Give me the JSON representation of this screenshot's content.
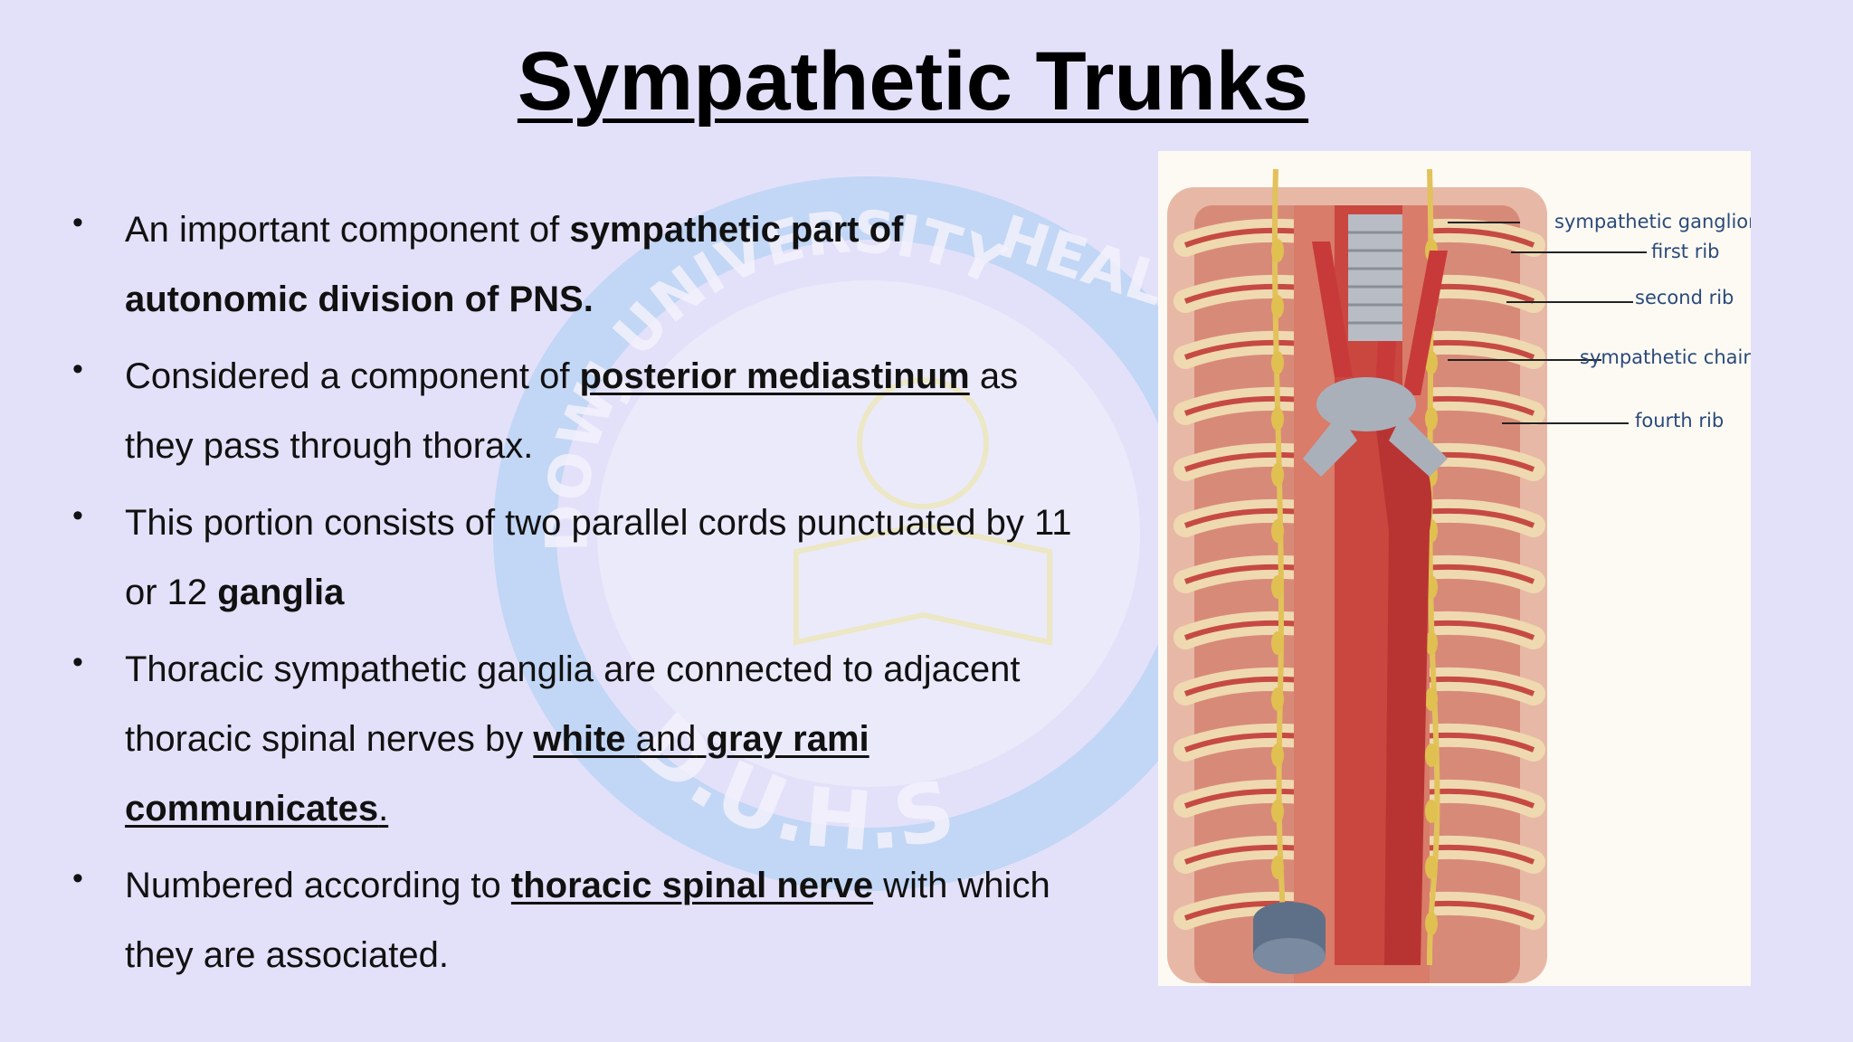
{
  "slide": {
    "title": "Sympathetic Trunks",
    "bullets": [
      [
        {
          "text": "An important component of "
        },
        {
          "text": "sympathetic part of autonomic division of PNS.",
          "bold": true
        }
      ],
      [
        {
          "text": "Considered a component of "
        },
        {
          "text": "posterior mediastinum",
          "bold": true,
          "underline": true
        },
        {
          "text": " as they pass through thorax."
        }
      ],
      [
        {
          "text": "This portion consists of two parallel cords punctuated by 11 or 12 "
        },
        {
          "text": "ganglia",
          "bold": true
        }
      ],
      [
        {
          "text": "Thoracic sympathetic ganglia are connected to adjacent thoracic spinal nerves by "
        },
        {
          "text": "white ",
          "bold": true,
          "underline": true
        },
        {
          "text": "and",
          "underline": true
        },
        {
          "text": " gray rami communicates",
          "bold": true,
          "underline": true
        },
        {
          "text": ".",
          "underline": true
        }
      ],
      [
        {
          "text": "Numbered according to "
        },
        {
          "text": "thoracic spinal nerve",
          "bold": true,
          "underline": true
        },
        {
          "text": " with which they are associated."
        }
      ]
    ]
  },
  "figure": {
    "labels": {
      "sympathetic_ganglion": "sympathetic ganglion",
      "first_rib": "first rib",
      "second_rib": "second rib",
      "sympathetic_chain": "sympathetic chain",
      "fourth_rib": "fourth rib"
    }
  },
  "watermark": {
    "top_text": "HEAL",
    "left_text": "DOWJ UNIVERSITY",
    "bottom_text": "D.U.H.S"
  },
  "colors": {
    "background": "#e3e1f9",
    "label": "#2a4a7a",
    "artery": "#c8383a",
    "rib": "#efd9b0",
    "nerve": "#e0c050"
  }
}
